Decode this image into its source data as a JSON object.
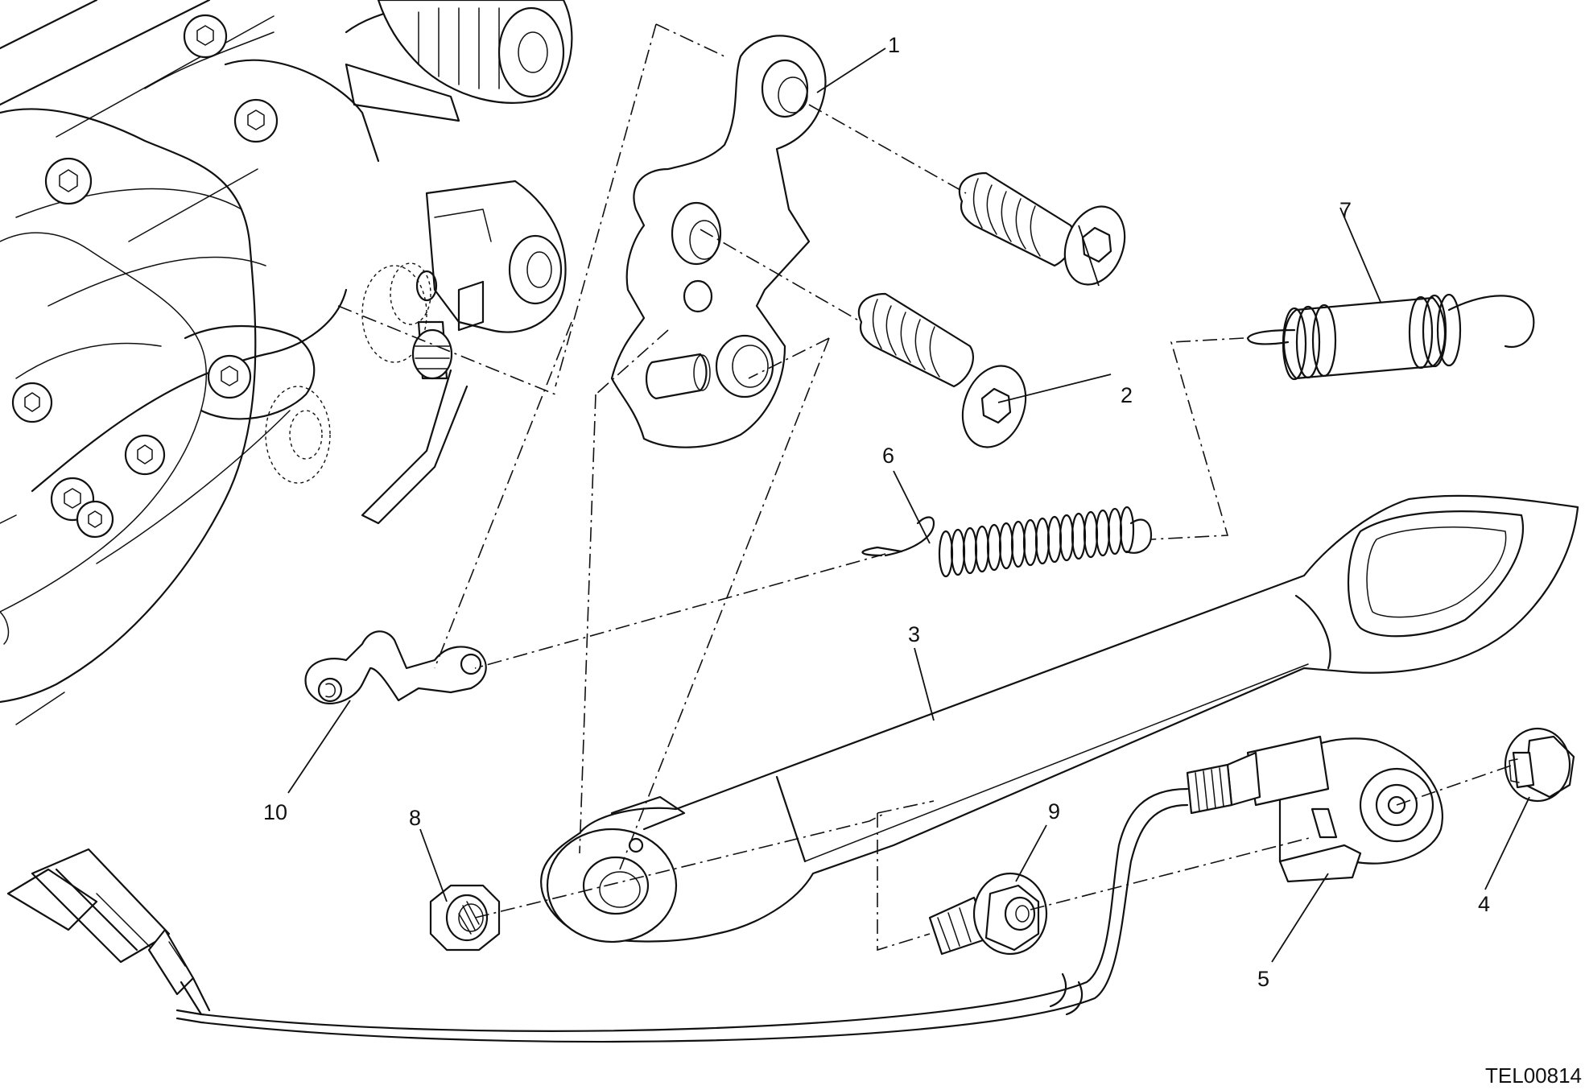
{
  "figure_code": "TEL00814",
  "callouts": [
    {
      "id": "1",
      "label": "1"
    },
    {
      "id": "2",
      "label": "2"
    },
    {
      "id": "3",
      "label": "3"
    },
    {
      "id": "4",
      "label": "4"
    },
    {
      "id": "5",
      "label": "5"
    },
    {
      "id": "6",
      "label": "6"
    },
    {
      "id": "7",
      "label": "7"
    },
    {
      "id": "8",
      "label": "8"
    },
    {
      "id": "9",
      "label": "9"
    },
    {
      "id": "10",
      "label": "10"
    }
  ],
  "style": {
    "line_color": "#111111",
    "background": "#ffffff"
  }
}
